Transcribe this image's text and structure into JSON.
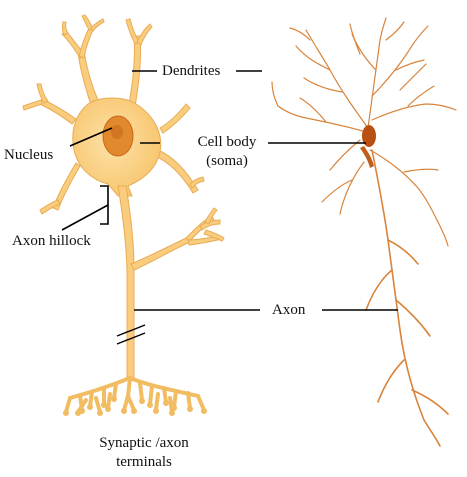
{
  "labels": {
    "dendrites": "Dendrites",
    "nucleus": "Nucleus",
    "cell_body_1": "Cell body",
    "cell_body_2": "(soma)",
    "axon_hillock": "Axon hillock",
    "axon": "Axon",
    "terminals_1": "Synaptic /axon",
    "terminals_2": "terminals"
  },
  "colors": {
    "neuron_fill": "#f9cd7d",
    "neuron_edge": "#e8ad55",
    "nucleus": "#e08a2d",
    "nucleolus": "#c9671b",
    "micrograph_branch": "#d9843b",
    "micrograph_soma": "#b94f12",
    "leader_line": "#000000"
  }
}
